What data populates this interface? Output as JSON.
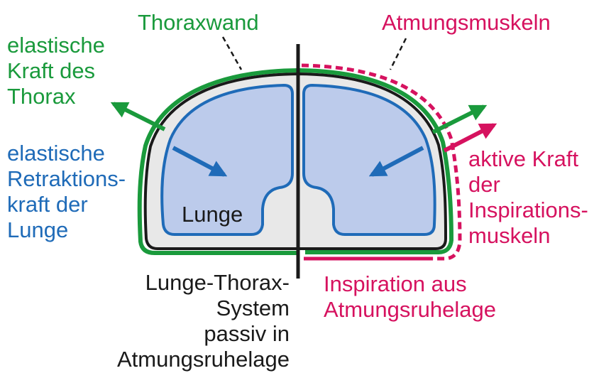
{
  "colors": {
    "green": "#1a9a3c",
    "blue": "#1f6bb8",
    "magenta": "#d6125f",
    "lung_fill": "#bccbeb",
    "cavity_fill": "#e8e8e8",
    "outline": "#1a1a1a"
  },
  "labels": {
    "thoraxwand": "Thoraxwand",
    "atmungsmuskeln": "Atmungsmuskeln",
    "elastic_thorax": [
      "elastische",
      "Kraft des",
      "Thorax"
    ],
    "elastic_retraction": [
      "elastische",
      "Retraktions-",
      "kraft der",
      "Lunge"
    ],
    "lunge": "Lunge",
    "active_force": [
      "aktive Kraft",
      "der",
      "Inspirations-",
      "muskeln"
    ],
    "passive_system": [
      "Lunge-Thorax-",
      "System",
      "passiv in",
      "Atmungsruhelage"
    ],
    "inspiration": [
      "Inspiration aus",
      "Atmungsruhelage"
    ]
  }
}
